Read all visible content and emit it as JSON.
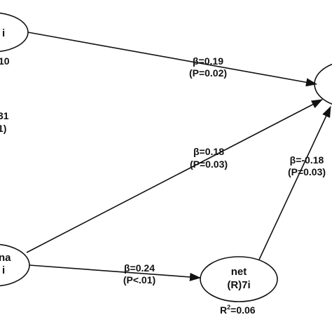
{
  "diagram": {
    "nodes": {
      "top_left": {
        "label": "i",
        "annotation": "10"
      },
      "left_middle": {
        "annotation_line1": "31",
        "annotation_line2": "1)"
      },
      "bottom_left": {
        "label_line1": "na",
        "label_line2": "i"
      },
      "net": {
        "label": "net",
        "sublabel": "(R)7i",
        "r2_prefix": "R",
        "r2_sup": "2",
        "r2_value": "=0.06"
      }
    },
    "paths": {
      "top_to_outcome": {
        "beta": "β=0.19",
        "p": "(P=0.02)"
      },
      "bottom_to_outcome": {
        "beta": "β=0.18",
        "p": "(P=0.03)"
      },
      "bottom_to_net": {
        "beta": "β=0.24",
        "p": "(P<.01)"
      },
      "net_to_outcome": {
        "beta": "β=-0.18",
        "p": "(P=0.03)"
      }
    }
  },
  "colors": {
    "line": "#111111",
    "background": "#ffffff"
  }
}
